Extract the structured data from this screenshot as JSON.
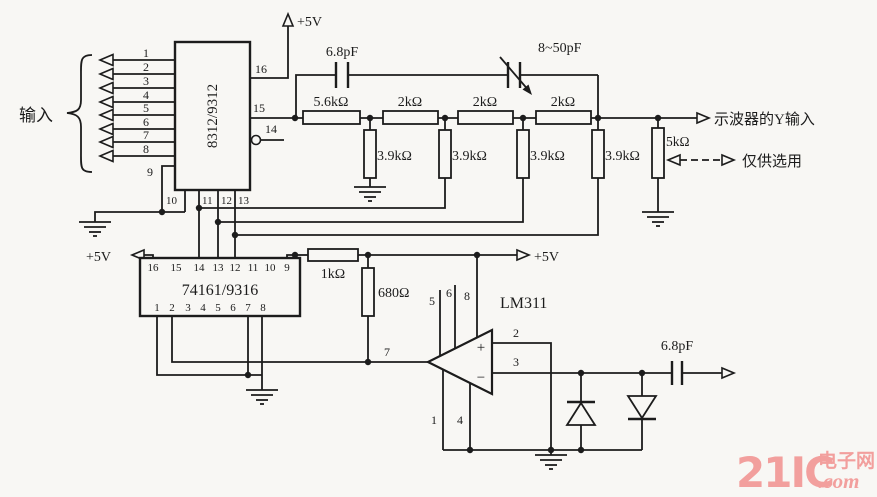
{
  "power": {
    "top": "+5V",
    "row_left": "+5V",
    "row_right": "+5V"
  },
  "io": {
    "input_group": "输入",
    "scope_output": "示波器的Y输入",
    "optional": "仅供选用"
  },
  "mux": {
    "label": "8312/9312",
    "inputs": [
      "1",
      "2",
      "3",
      "4",
      "5",
      "6",
      "7",
      "8"
    ],
    "pin9": "9",
    "pin10": "10",
    "pin11": "11",
    "pin12": "12",
    "pin13": "13",
    "pin14": "14",
    "pin15": "15",
    "pin16": "16"
  },
  "counter": {
    "label": "74161/9316",
    "top_pins": [
      "16",
      "15",
      "14",
      "13",
      "12",
      "11",
      "10",
      "9"
    ],
    "bottom_pins": [
      "1",
      "2",
      "3",
      "4",
      "5",
      "6",
      "7",
      "8"
    ]
  },
  "comparator": {
    "label": "LM311",
    "plus": "+",
    "minus": "−",
    "pin1": "1",
    "pin2": "2",
    "pin3": "3",
    "pin4": "4",
    "pin5": "5",
    "pin6": "6",
    "pin7": "7",
    "pin8": "8"
  },
  "caps": {
    "feedback": "6.8pF",
    "trimmer": "8~50pF",
    "output": "6.8pF"
  },
  "resistors": {
    "r_series_1": "5.6kΩ",
    "r_series_2": "2kΩ",
    "r_series_3": "2kΩ",
    "r_series_4": "2kΩ",
    "r_shunt_1": "3.9kΩ",
    "r_shunt_2": "3.9kΩ",
    "r_shunt_3": "3.9kΩ",
    "r_shunt_4": "3.9kΩ",
    "r_pot": "5kΩ",
    "r_bias": "1kΩ",
    "r_pullup": "680Ω"
  },
  "watermark": {
    "brand": "21IC",
    "site": "电子网",
    "domain": ".com",
    "color": "#f2908e"
  }
}
